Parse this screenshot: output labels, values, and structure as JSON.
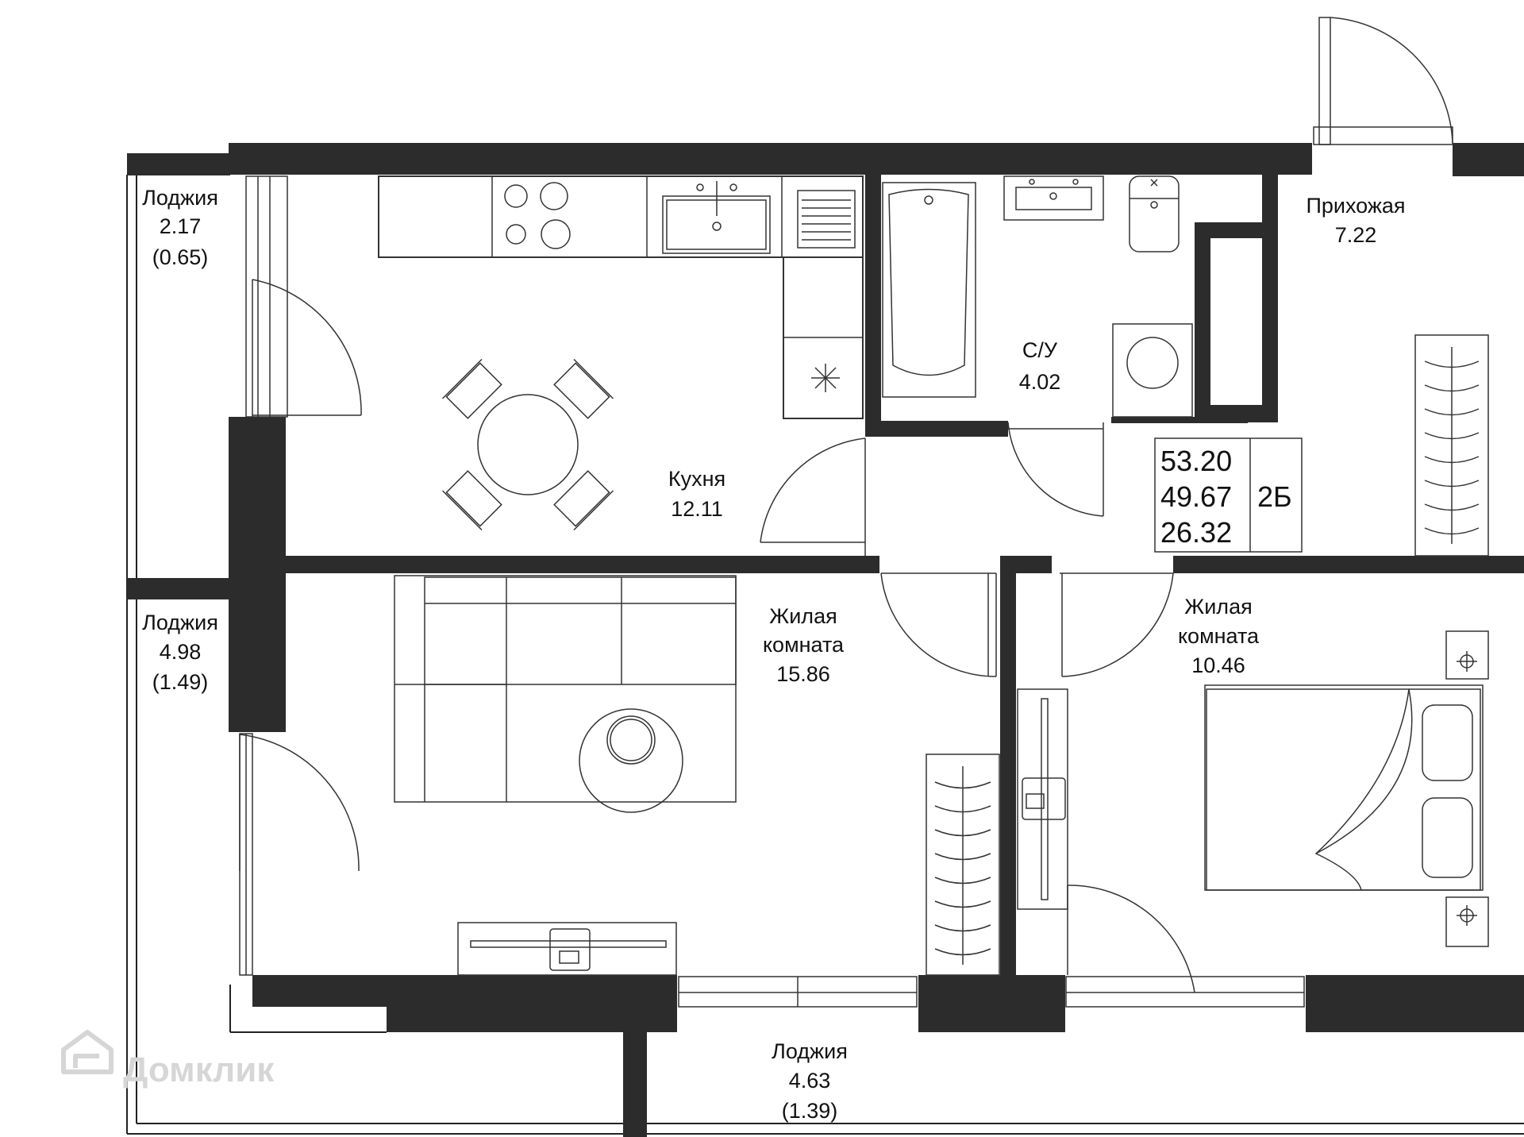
{
  "rooms": {
    "loggia_top": {
      "name": "Лоджия",
      "area": "2.17",
      "reduced": "(0.65)"
    },
    "loggia_left": {
      "name": "Лоджия",
      "area": "4.98",
      "reduced": "(1.49)"
    },
    "loggia_bottom": {
      "name": "Лоджия",
      "area": "4.63",
      "reduced": "(1.39)"
    },
    "kitchen": {
      "name": "Кухня",
      "area": "12.11"
    },
    "bathroom": {
      "name": "С/У",
      "area": "4.02"
    },
    "hallway": {
      "name": "Прихожая",
      "area": "7.22"
    },
    "living_big": {
      "name_line1": "Жилая",
      "name_line2": "комната",
      "area": "15.86"
    },
    "living_small": {
      "name_line1": "Жилая",
      "name_line2": "комната",
      "area": "10.46"
    }
  },
  "summary": {
    "total_area": "53.20",
    "area_without_loggias": "49.67",
    "living_area": "26.32",
    "apartment_type": "2Б"
  },
  "watermark": {
    "brand": "Домклик",
    "icon": "house-logo-icon"
  },
  "colors": {
    "wall": "#2c2c2c",
    "line": "#222222",
    "watermark": "#d6d6d6"
  }
}
